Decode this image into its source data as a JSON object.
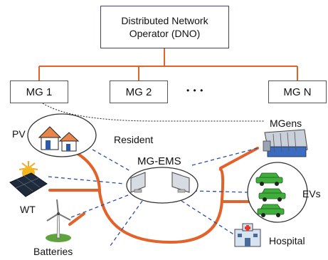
{
  "dno": {
    "line1": "Distributed Network",
    "line2": "Operator (DNO)"
  },
  "microgrids": [
    "MG 1",
    "MG 2",
    "MG N"
  ],
  "ellipsis": "• • •",
  "labels": {
    "pv": "PV",
    "resident": "Resident",
    "mgens": "MGens",
    "mg_ems": "MG-EMS",
    "wt": "WT",
    "evs": "EVs",
    "hospital": "Hospital",
    "batteries": "Batteries"
  },
  "colors": {
    "power_line": "#e2622a",
    "comm_line": "#2b4ea2",
    "dno_border": "#3b3f8c",
    "ev_green": "#3fae3a"
  }
}
